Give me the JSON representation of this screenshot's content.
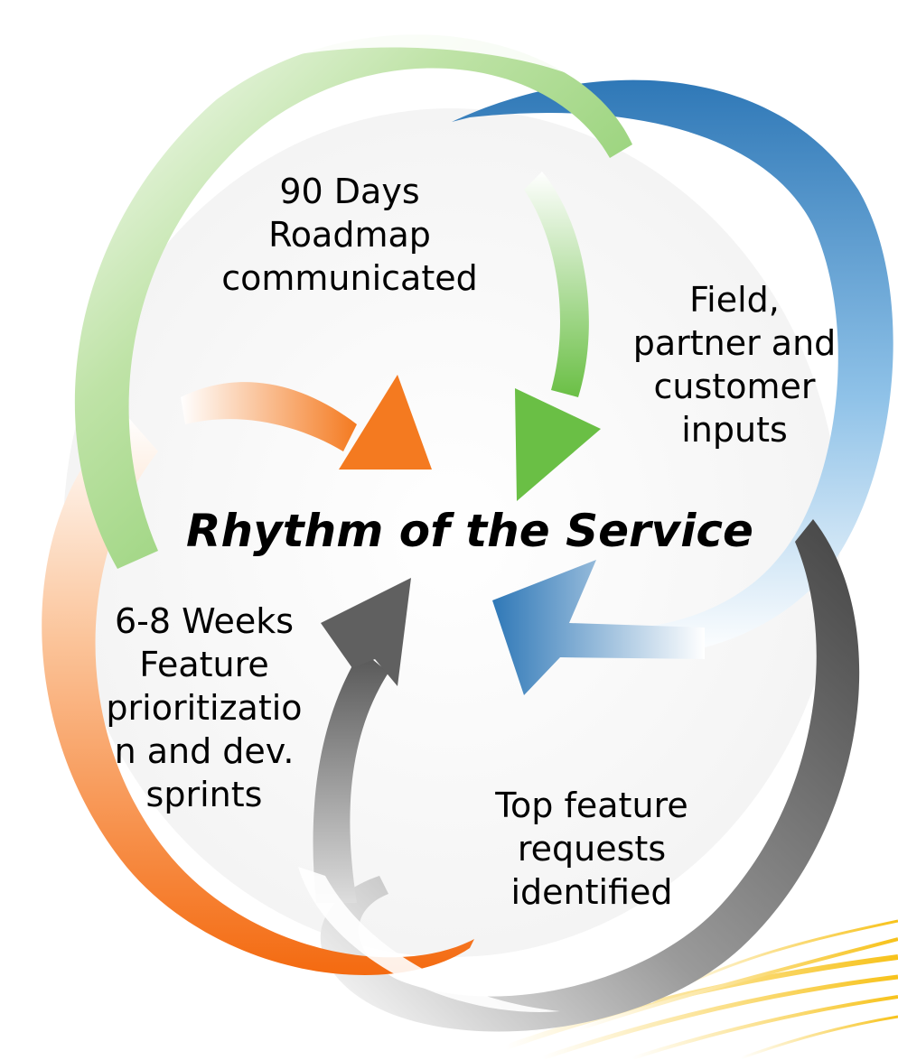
{
  "diagram": {
    "center_title": "Rhythm of the Service",
    "stages": [
      {
        "id": "roadmap",
        "lines": [
          "90 Days",
          "Roadmap",
          "communicated"
        ],
        "color": "#6abf45"
      },
      {
        "id": "inputs",
        "lines": [
          "Field,",
          "partner and",
          "customer",
          "inputs"
        ],
        "color": "#2f78b7"
      },
      {
        "id": "prioritization",
        "lines": [
          "6-8 Weeks",
          "Feature",
          "prioritizatio",
          "n and dev.",
          "sprints"
        ],
        "color": "#f47a20"
      },
      {
        "id": "requests",
        "lines": [
          "Top feature",
          "requests",
          "identified"
        ],
        "color": "#555555"
      }
    ]
  }
}
